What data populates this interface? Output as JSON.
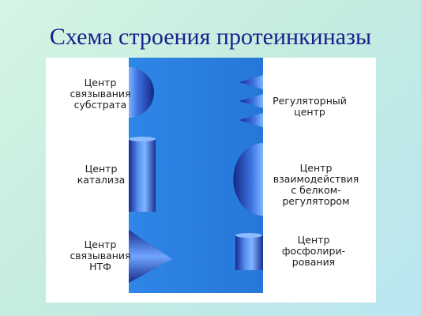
{
  "slide": {
    "title": "Схема строения протеинкиназы"
  },
  "labels": {
    "substrate_site": [
      "Центр",
      "связывания",
      "субстрата"
    ],
    "catalysis_site": [
      "Центр",
      "катализа"
    ],
    "ntp_site": [
      "Центр",
      "связывания",
      "НТФ"
    ],
    "regulatory_site": [
      "Регуляторный",
      "центр"
    ],
    "interaction_site": [
      "Центр",
      "взаимодействия",
      "с белком-",
      "регулятором"
    ],
    "phosphorylation_site": [
      "Центр",
      "фосфолири-",
      "рования"
    ]
  },
  "colors": {
    "protein_body": "#2b7fe0",
    "site_dark": "#142a8c",
    "site_light": "#7fb5ff",
    "title": "#1a1f8c"
  }
}
